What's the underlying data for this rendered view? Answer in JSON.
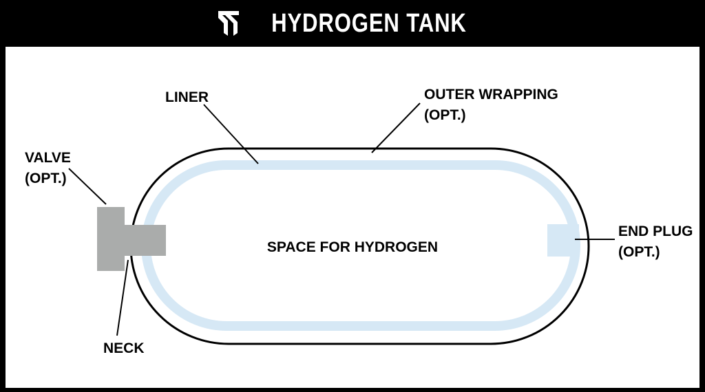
{
  "header": {
    "title": "HYDROGEN TANK",
    "logo": "brand-logo"
  },
  "labels": {
    "liner": "LINER",
    "outer_wrapping": "OUTER WRAPPING",
    "outer_wrapping_opt": "(OPT.)",
    "valve": "VALVE",
    "valve_opt": "(OPT.)",
    "neck": "NECK",
    "end_plug": "END PLUG",
    "end_plug_opt": "(OPT.)",
    "space": "SPACE FOR HYDROGEN"
  },
  "colors": {
    "liner": "#d6e8f5",
    "valve": "#aaacab",
    "outline": "#000000"
  }
}
